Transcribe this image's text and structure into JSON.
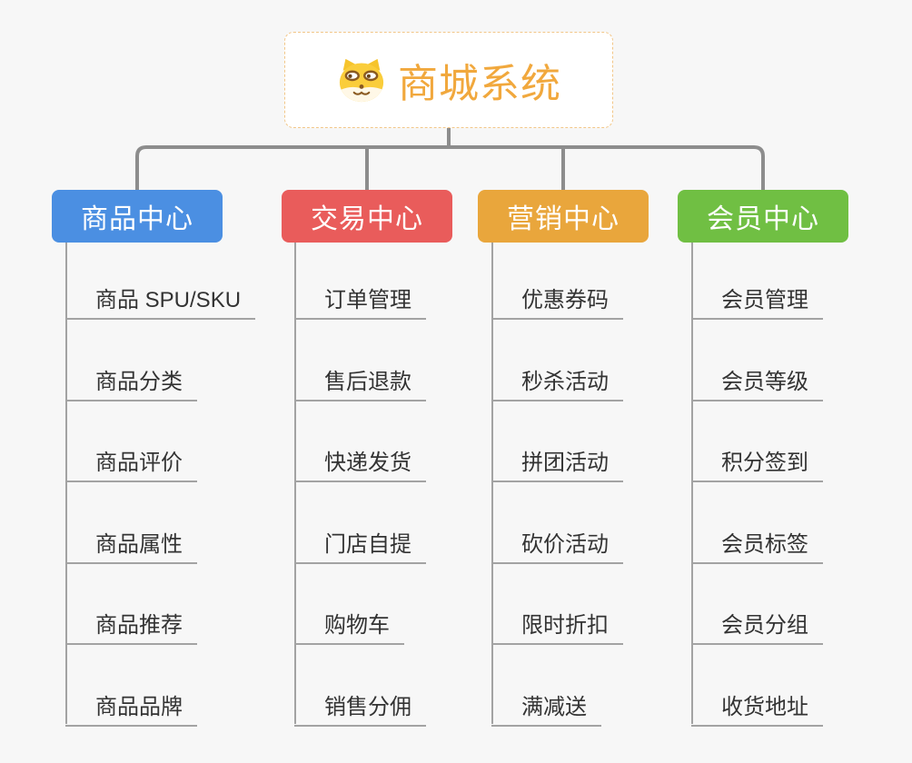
{
  "root": {
    "title": "商城系统",
    "icon": "dog-face-icon"
  },
  "colors": {
    "background": "#f7f7f7",
    "root_text": "#f1a83d",
    "root_border": "#f2c789",
    "connector_main": "#8d8d8d",
    "connector_leaf": "#a3a3a3",
    "leaf_text": "#333333",
    "branch_text": "#ffffff"
  },
  "branches": [
    {
      "label": "商品中心",
      "color": "#4b8fe2",
      "items": [
        "商品 SPU/SKU",
        "商品分类",
        "商品评价",
        "商品属性",
        "商品推荐",
        "商品品牌"
      ]
    },
    {
      "label": "交易中心",
      "color": "#e95c5b",
      "items": [
        "订单管理",
        "售后退款",
        "快递发货",
        "门店自提",
        "购物车",
        "销售分佣"
      ]
    },
    {
      "label": "营销中心",
      "color": "#e9a63c",
      "items": [
        "优惠券码",
        "秒杀活动",
        "拼团活动",
        "砍价活动",
        "限时折扣",
        "满减送"
      ]
    },
    {
      "label": "会员中心",
      "color": "#70bf43",
      "items": [
        "会员管理",
        "会员等级",
        "积分签到",
        "会员标签",
        "会员分组",
        "收货地址"
      ]
    }
  ]
}
